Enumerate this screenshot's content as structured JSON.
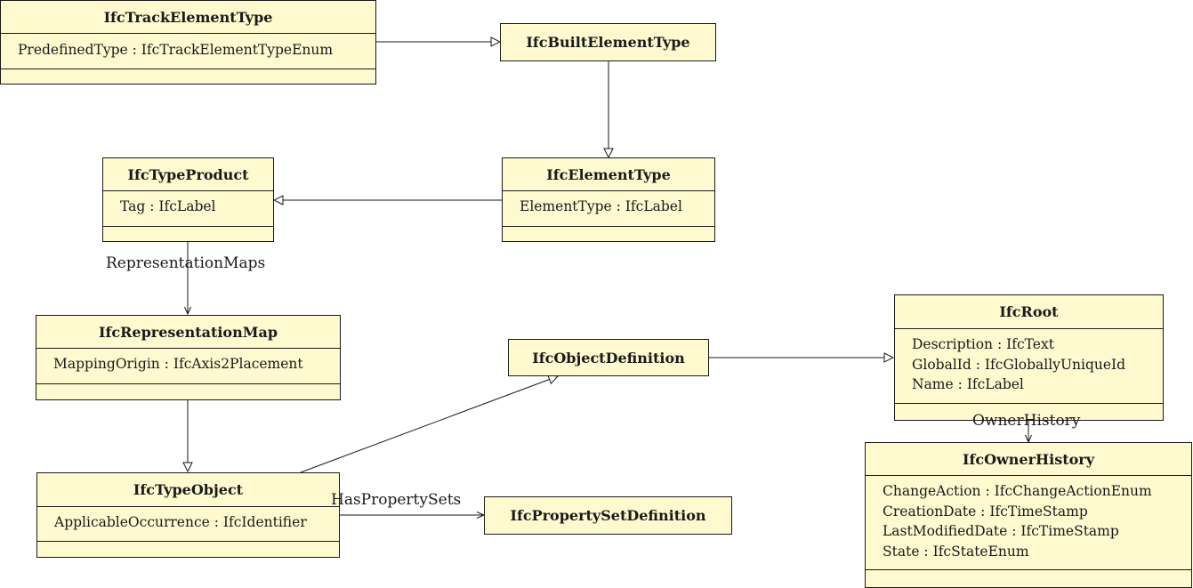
{
  "classes": {
    "track_element_type": {
      "name": "IfcTrackElementType",
      "attributes": [
        "PredefinedType : IfcTrackElementTypeEnum"
      ]
    },
    "built_element_type": {
      "name": "IfcBuiltElementType"
    },
    "type_product": {
      "name": "IfcTypeProduct",
      "attributes": [
        "Tag : IfcLabel"
      ]
    },
    "element_type": {
      "name": "IfcElementType",
      "attributes": [
        "ElementType : IfcLabel"
      ]
    },
    "representation_map": {
      "name": "IfcRepresentationMap",
      "attributes": [
        "MappingOrigin : IfcAxis2Placement"
      ]
    },
    "object_definition": {
      "name": "IfcObjectDefinition"
    },
    "root": {
      "name": "IfcRoot",
      "attributes": [
        "Description : IfcText",
        "GlobalId : IfcGloballyUniqueId",
        "Name : IfcLabel"
      ]
    },
    "type_object": {
      "name": "IfcTypeObject",
      "attributes": [
        "ApplicableOccurrence : IfcIdentifier"
      ]
    },
    "property_set_definition": {
      "name": "IfcPropertySetDefinition"
    },
    "owner_history": {
      "name": "IfcOwnerHistory",
      "attributes": [
        "ChangeAction : IfcChangeActionEnum",
        "CreationDate : IfcTimeStamp",
        "LastModifiedDate : IfcTimeStamp",
        "State : IfcStateEnum"
      ]
    }
  },
  "associations": {
    "representation_maps": "RepresentationMaps",
    "has_property_sets": "HasPropertySets",
    "owner_history": "OwnerHistory"
  },
  "colors": {
    "class_fill": "#fff9d0",
    "line": "#1a1a1a"
  }
}
